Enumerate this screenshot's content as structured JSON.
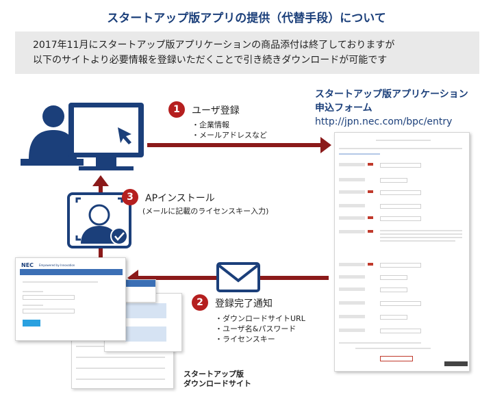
{
  "header": {
    "title": "スタートアップ版アプリの提供（代替手段）について",
    "notice_line1": "2017年11月にスタートアップ版アプリケーションの商品添付は終了しておりますが",
    "notice_line2": "以下のサイトより必要情報を登録いただくことで引き続きダウンロードが可能です"
  },
  "form": {
    "heading_line1": "スタートアップ版アプリケーション",
    "heading_line2": "申込フォーム",
    "url": "http://jpn.nec.com/bpc/entry"
  },
  "steps": [
    {
      "number": "1",
      "title": "ユーザ登録",
      "notes": [
        "・企業情報",
        "・メールアドレスなど"
      ]
    },
    {
      "number": "2",
      "title": "登録完了通知",
      "notes": [
        "・ダウンロードサイトURL",
        "・ユーザ名&パスワード",
        "・ライセンスキー"
      ]
    },
    {
      "number": "3",
      "title": "APインストール",
      "notes": [
        "(メールに記載のライセンスキー入力)"
      ]
    }
  ],
  "download_site": {
    "label_line1": "スタートアップ版",
    "label_line2": "ダウンロードサイト"
  },
  "colors": {
    "arrow": "#8b1a1a",
    "icon_blue": "#1b3f7a",
    "badge": "#b51f1f",
    "notice_bg": "#e9e9e9"
  },
  "icons": [
    "computer-user-icon",
    "license-id-icon",
    "checkmark-icon",
    "mail-envelope-icon"
  ]
}
